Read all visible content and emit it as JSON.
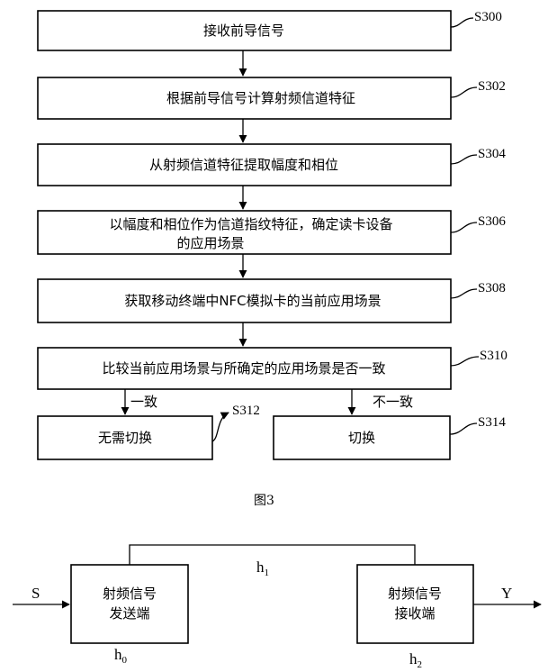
{
  "flowchart": {
    "steps": [
      {
        "text": "接收前导信号",
        "label": "S300"
      },
      {
        "text": "根据前导信号计算射频信道特征",
        "label": "S302"
      },
      {
        "text": "从射频信道特征提取幅度和相位",
        "label": "S304"
      },
      {
        "text_line1": "以幅度和相位作为信道指纹特征，确定读卡设备",
        "text_line2": "的应用场景",
        "label": "S306"
      },
      {
        "text": "获取移动终端中NFC模拟卡的当前应用场景",
        "label": "S308"
      },
      {
        "text": "比较当前应用场景与所确定的应用场景是否一致",
        "label": "S310"
      }
    ],
    "branch_left": {
      "condition": "一致",
      "text": "无需切换",
      "label": "S312"
    },
    "branch_right": {
      "condition": "不一致",
      "text": "切换",
      "label": "S314"
    },
    "caption": "图3"
  },
  "channel_diagram": {
    "transmitter_line1": "射频信号",
    "transmitter_line2": "发送端",
    "receiver_line1": "射频信号",
    "receiver_line2": "接收端",
    "input": "S",
    "output": "Y",
    "h1_base": "h",
    "h1_sub": "1",
    "h0_base": "h",
    "h0_sub": "0",
    "h2_base": "h",
    "h2_sub": "2"
  }
}
